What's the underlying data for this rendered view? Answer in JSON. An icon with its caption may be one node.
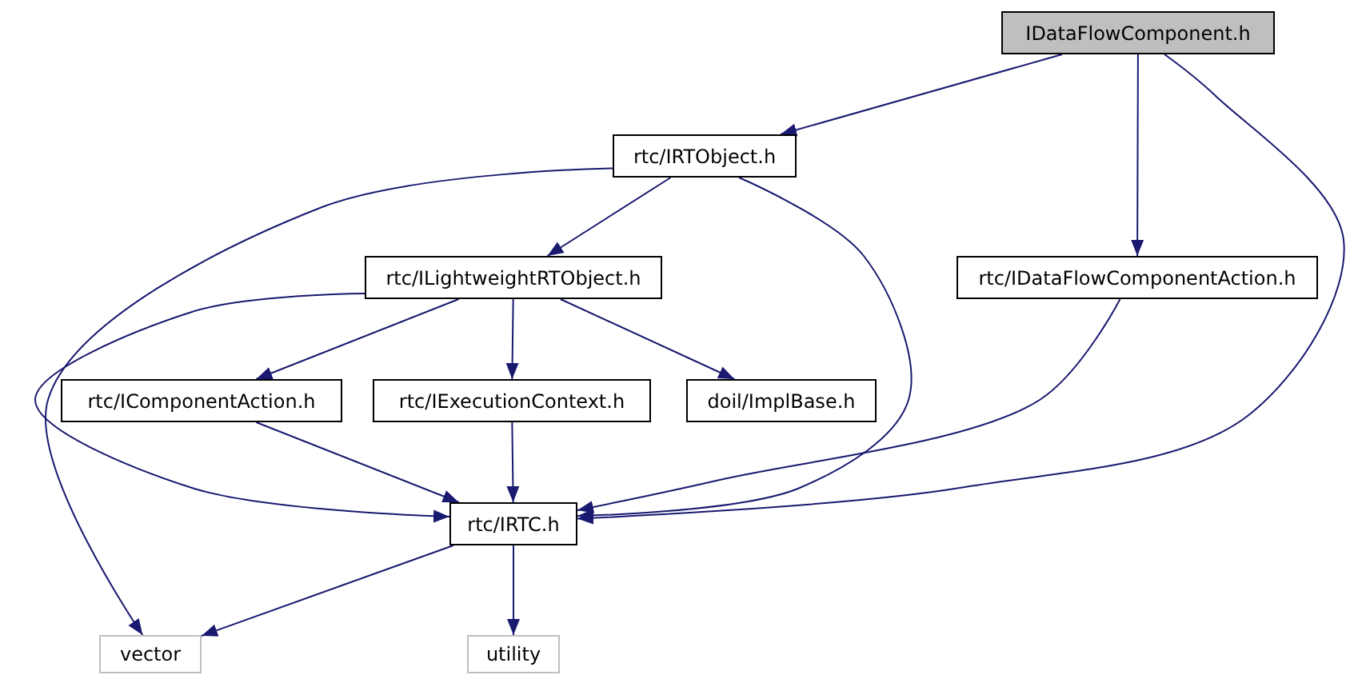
{
  "diagram": {
    "nodes": [
      {
        "text": [
          "IDataFlowComponent.h"
        ]
      },
      {
        "text": [
          "rtc/IRTObject.h"
        ]
      },
      {
        "text": [
          "rtc/IDataFlowComponentAction.h"
        ]
      },
      {
        "text": [
          "rtc/ILightweightRTObject.h"
        ]
      },
      {
        "text": [
          "rtc/IComponentAction.h"
        ]
      },
      {
        "text": [
          "rtc/IExecutionContext.h"
        ]
      },
      {
        "text": [
          "doil/ImplBase.h"
        ]
      },
      {
        "text": [
          "rtc/IRTC.h"
        ]
      },
      {
        "text": [
          "vector"
        ]
      },
      {
        "text": [
          "utility"
        ]
      }
    ],
    "edges": [
      {
        "from": 0,
        "to": 1,
        "arrow": "to"
      },
      {
        "from": 0,
        "to": 2,
        "arrow": "to"
      },
      {
        "from": 0,
        "to": 7,
        "arrow": "to"
      },
      {
        "from": 1,
        "to": 3,
        "arrow": "to"
      },
      {
        "from": 1,
        "to": 7,
        "arrow": "to"
      },
      {
        "from": 1,
        "to": 8,
        "arrow": "to"
      },
      {
        "from": 2,
        "to": 7,
        "arrow": "to"
      },
      {
        "from": 3,
        "to": 4,
        "arrow": "to"
      },
      {
        "from": 3,
        "to": 5,
        "arrow": "to"
      },
      {
        "from": 3,
        "to": 6,
        "arrow": "to"
      },
      {
        "from": 3,
        "to": 7,
        "arrow": "to"
      },
      {
        "from": 4,
        "to": 7,
        "arrow": "to"
      },
      {
        "from": 5,
        "to": 7,
        "arrow": "to"
      },
      {
        "from": 7,
        "to": 8,
        "arrow": "to"
      },
      {
        "from": 7,
        "to": 9,
        "arrow": "to"
      }
    ]
  }
}
